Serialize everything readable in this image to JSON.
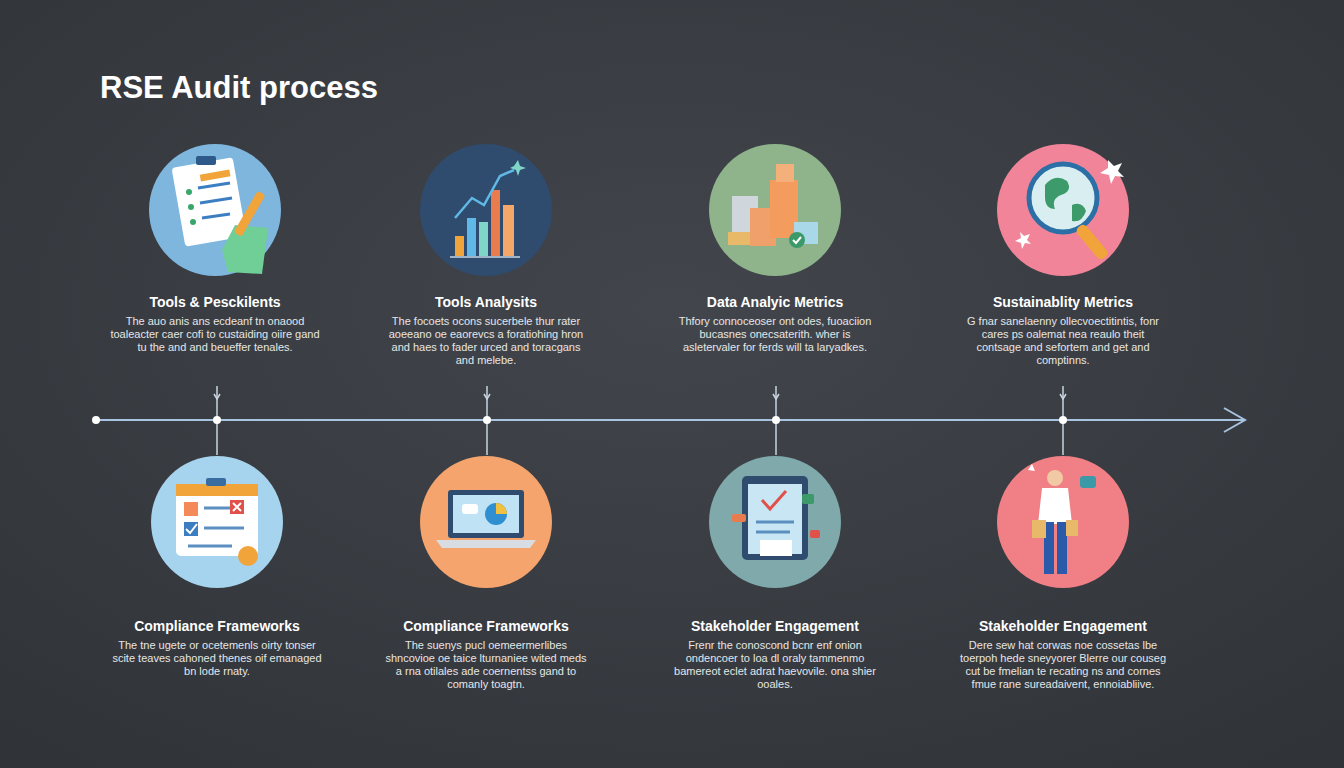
{
  "diagram": {
    "title": "RSE Audit process",
    "nodes": [
      {
        "text": [
          "Tools & Pesckilents",
          "The auo anis ans ecdeanf tn onaood toaleacter caer cofi to custaiding oiire gand tu the and and beueffer tenales."
        ]
      },
      {
        "text": [
          "Tools Analysits",
          "The focoets ocons sucerbele thur rater aoeeano oe eaorevcs a foratiohing hron and haes to fader urced and toracgans and melebe."
        ]
      },
      {
        "text": [
          "Data Analyic Metrics",
          "Thfory connoceoser ont odes, fuoaciion bucasnes onecsaterith. wher is asletervaler for ferds will ta laryadkes."
        ]
      },
      {
        "text": [
          "Sustainablity Metrics",
          "G fnar sanelaenny ollecvoectitintis, fonr cares ps oalemat nea reaulo theit contsage and sefortem and get and comptinns."
        ]
      },
      {
        "text": [
          "Compliance Frameworks",
          "The tne ugete or ocetemenls oirty tonser scite teaves cahoned thenes oif emanaged bn lode rnaty."
        ]
      },
      {
        "text": [
          "Compliance Frameworks",
          "The suenys pucl oemeermerlibes shncovioe oe taice lturnaniee wited meds a rna otilales ade coernentss gand to comanly toagtn."
        ]
      },
      {
        "text": [
          "Stakeholder Engagement",
          "Frenr the conoscond bcnr enf onion ondencoer to loa dl oraly tammenmo bamereot eclet adrat haevovile. ona shier ooales."
        ]
      },
      {
        "text": [
          "Stakeholder Engagement",
          "Dere sew hat corwas noe cossetas lbe toerpoh hede sneyyorer Blerre our couseg cut be fmelian te recating ns and cornes fmue rane sureadaivent, ennoiabliive."
        ]
      }
    ]
  }
}
